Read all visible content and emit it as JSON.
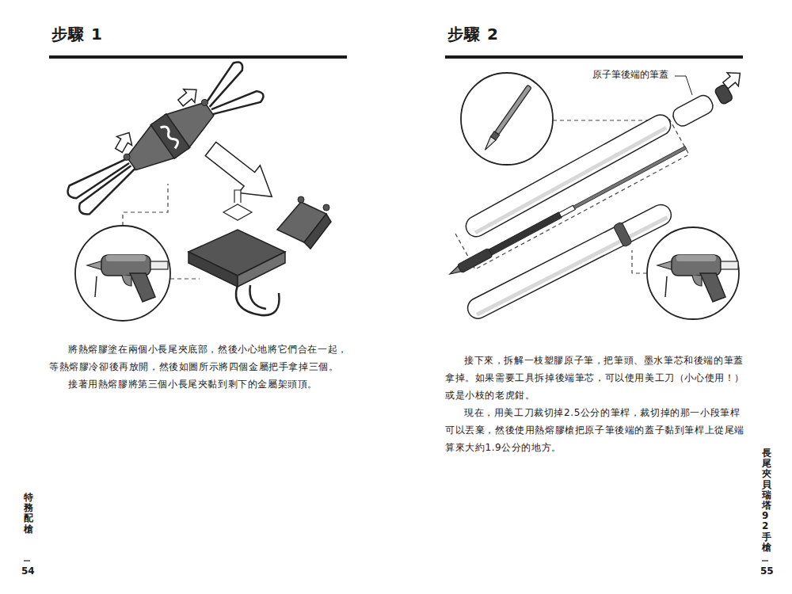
{
  "diagram": {
    "labels": [
      "步驟 1",
      "將熱熔膠塗在兩個小長尾夾底部，然後小心地將它們合在一起，等熱熔膠冷卻後再放開，然後如圖所示將四個金屬把手拿掉三個。",
      "接著用熱熔膠將第三個小長尾夾黏到剩下的金屬架頭頂。",
      "步驟 2",
      "原子筆後端的筆蓋",
      "接下來，拆解一枝塑膠原子筆，把筆頭、墨水筆芯和後端的筆蓋拿掉。如果需要工具拆掉後端筆芯，可以使用美工刀（小心使用！）或是小枝的老虎鉗。",
      "現在，用美工刀裁切掉2.5公分的筆桿，裁切掉的那一小段筆桿可以丟棄，然後使用熱熔膠槍把原子筆後端的蓋子黏到筆桿上從尾端算來大約1.9公分的地方。",
      "特務配槍",
      "54",
      "長尾夾貝瑞塔92手槍",
      "55"
    ]
  }
}
